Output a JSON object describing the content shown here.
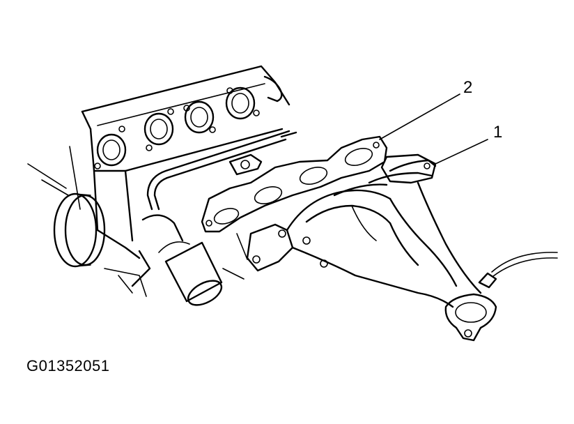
{
  "callouts": [
    {
      "number": "1",
      "part": "exhaust-manifold"
    },
    {
      "number": "2",
      "part": "manifold-gasket"
    }
  ],
  "figure_code": "G01352051",
  "colors": {
    "line": "#000000",
    "background": "#ffffff"
  }
}
